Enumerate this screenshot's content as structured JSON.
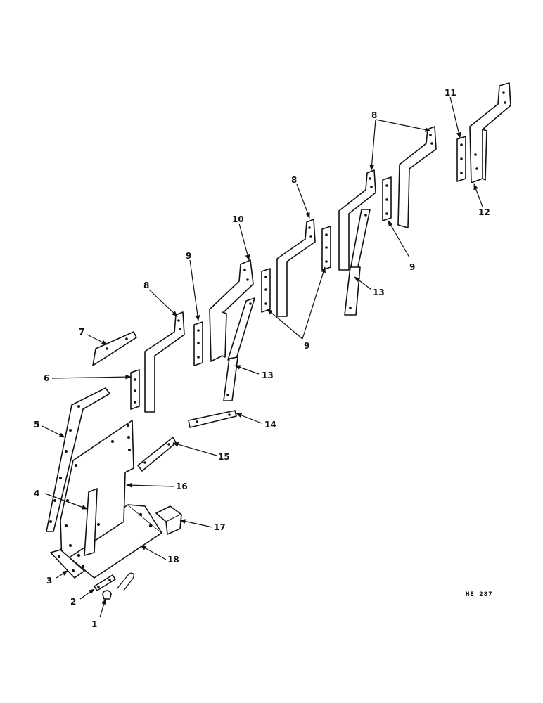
{
  "diagram": {
    "reference": "HE 287",
    "callouts": {
      "c1": "1",
      "c2": "2",
      "c3": "3",
      "c4": "4",
      "c5": "5",
      "c6": "6",
      "c7": "7",
      "c8a": "8",
      "c8b": "8",
      "c8c": "8",
      "c9a": "9",
      "c9b": "9",
      "c9c": "9",
      "c10": "10",
      "c11": "11",
      "c12": "12",
      "c13a": "13",
      "c13b": "13",
      "c14": "14",
      "c15": "15",
      "c16": "16",
      "c17": "17",
      "c18": "18"
    }
  }
}
